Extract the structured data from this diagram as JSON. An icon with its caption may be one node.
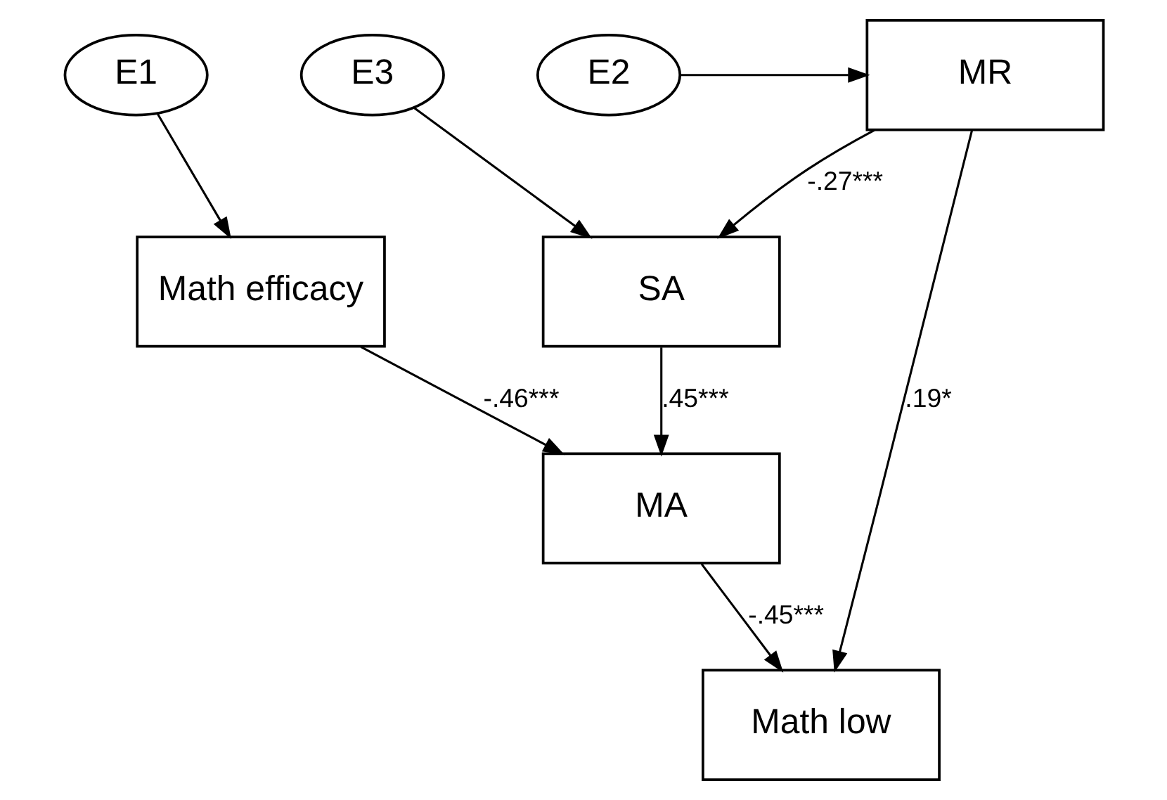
{
  "diagram": {
    "nodes": [
      {
        "text": [
          "E1"
        ]
      },
      {
        "text": [
          "Math efficacy"
        ]
      },
      {
        "text": [
          "E2"
        ]
      },
      {
        "text": [
          "MR"
        ]
      },
      {
        "text": [
          "MA"
        ]
      },
      {
        "text": [
          "Math low"
        ]
      },
      {
        "text": [
          "SA"
        ]
      },
      {
        "text": [
          "E3"
        ]
      }
    ],
    "edges": [
      {
        "from": 0,
        "to": 1,
        "arrow": "to"
      },
      {
        "from": 1,
        "to": 4,
        "arrow": "to",
        "label": "-.46***"
      },
      {
        "from": 2,
        "to": 3,
        "arrow": "to"
      },
      {
        "from": 3,
        "to": 5,
        "arrow": "to",
        "label": ".19*"
      },
      {
        "from": 4,
        "to": 5,
        "arrow": "to",
        "label": "-.45***"
      },
      {
        "from": 3,
        "to": 6,
        "arrow": "to",
        "label": "-.27***"
      },
      {
        "from": 6,
        "to": 4,
        "arrow": "to",
        "label": ".45***"
      },
      {
        "from": 7,
        "to": 6,
        "arrow": "to"
      }
    ]
  }
}
